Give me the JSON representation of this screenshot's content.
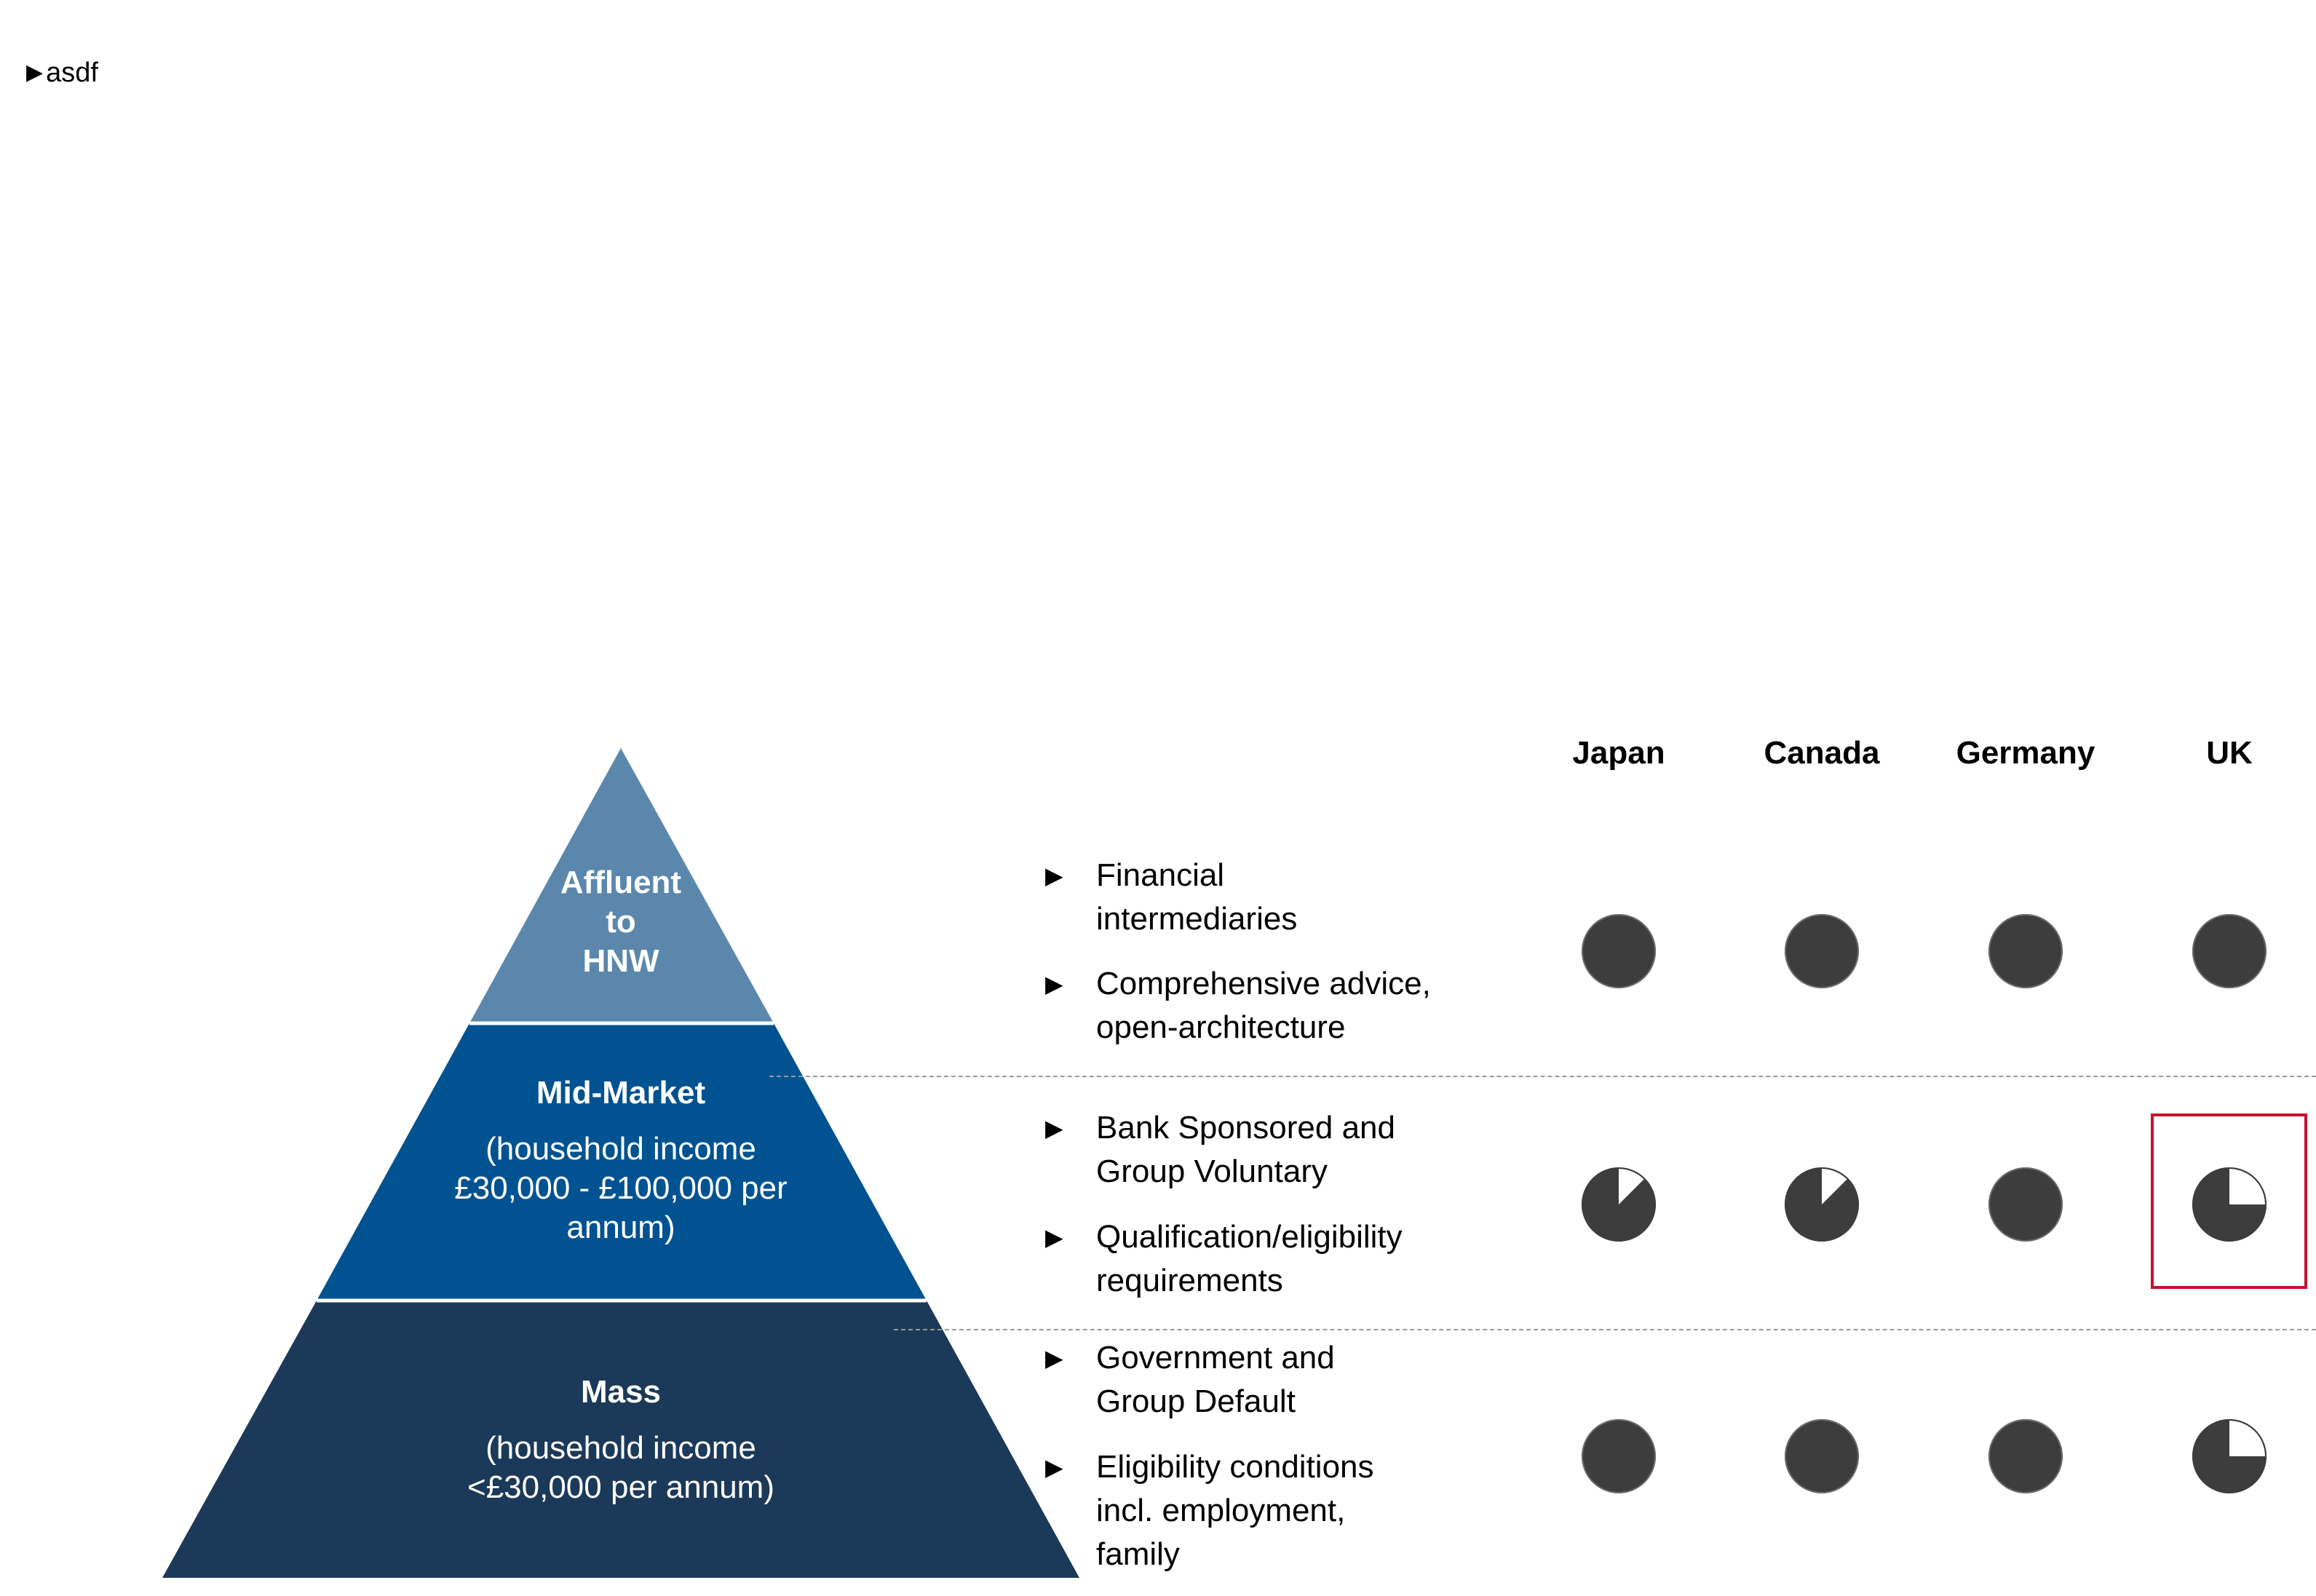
{
  "top_label": {
    "marker": "▶",
    "text": "asdf"
  },
  "colors": {
    "tier_top": "#5b87ad",
    "tier_mid": "#005290",
    "tier_bottom": "#1b3958",
    "ball": "#3d3d3d",
    "highlight": "#c8102e"
  },
  "pyramid": {
    "top": {
      "title": "Affluent\nto\nHNW",
      "subtitle": ""
    },
    "middle": {
      "title": "Mid-Market",
      "subtitle": "(household income\n£30,000 - £100,000  per\nannum)"
    },
    "bottom": {
      "title": "Mass",
      "subtitle": "(household income\n<£30,000 per annum)"
    }
  },
  "columns": [
    "Japan",
    "Canada",
    "Germany",
    "UK"
  ],
  "rows": [
    {
      "bullets": [
        "Financial\nintermediaries",
        "Comprehensive advice,\nopen-architecture"
      ],
      "coverage": [
        1,
        1,
        1,
        1
      ]
    },
    {
      "bullets": [
        "Bank Sponsored and\nGroup Voluntary",
        "Qualification/eligibility\nrequirements"
      ],
      "coverage": [
        0.875,
        0.875,
        1,
        0.75
      ],
      "highlighted_column": "UK"
    },
    {
      "bullets": [
        "Government and\nGroup Default",
        "Eligibility conditions\nincl. employment,\nfamily"
      ],
      "coverage": [
        1,
        1,
        1,
        0.75
      ]
    }
  ],
  "bullet_marker": "▶"
}
